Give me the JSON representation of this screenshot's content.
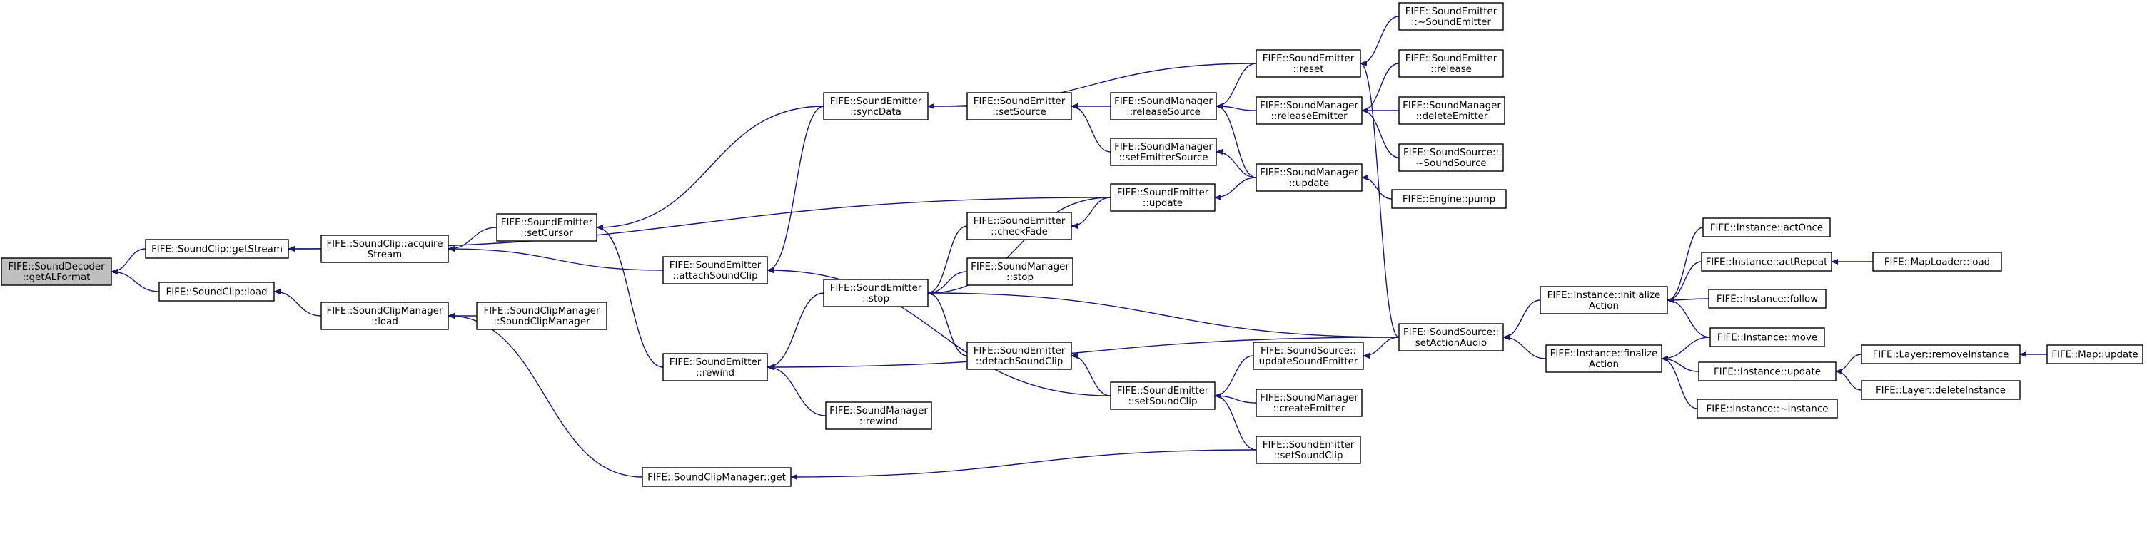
{
  "graph": {
    "edge_color": "#191970",
    "root_fill": "#bfbfbf",
    "nodes": [
      {
        "id": "decoder_getALFormat",
        "lines": [
          "FIFE::SoundDecoder",
          "::getALFormat"
        ],
        "root": true
      },
      {
        "id": "clip_getStream",
        "lines": [
          "FIFE::SoundClip::getStream"
        ]
      },
      {
        "id": "clip_load",
        "lines": [
          "FIFE::SoundClip::load"
        ]
      },
      {
        "id": "clip_acquireStream",
        "lines": [
          "FIFE::SoundClip::acquire",
          "Stream"
        ]
      },
      {
        "id": "clipmgr_load",
        "lines": [
          "FIFE::SoundClipManager",
          "::load"
        ]
      },
      {
        "id": "emitter_setCursor",
        "lines": [
          "FIFE::SoundEmitter",
          "::setCursor"
        ]
      },
      {
        "id": "clipmgr_ctor",
        "lines": [
          "FIFE::SoundClipManager",
          "::SoundClipManager"
        ]
      },
      {
        "id": "emitter_attachSoundClip",
        "lines": [
          "FIFE::SoundEmitter",
          "::attachSoundClip"
        ]
      },
      {
        "id": "emitter_rewind",
        "lines": [
          "FIFE::SoundEmitter",
          "::rewind"
        ]
      },
      {
        "id": "clipmgr_get",
        "lines": [
          "FIFE::SoundClipManager::get"
        ]
      },
      {
        "id": "emitter_syncData",
        "lines": [
          "FIFE::SoundEmitter",
          "::syncData"
        ]
      },
      {
        "id": "emitter_stop",
        "lines": [
          "FIFE::SoundEmitter",
          "::stop"
        ]
      },
      {
        "id": "mgr_rewind",
        "lines": [
          "FIFE::SoundManager",
          "::rewind"
        ]
      },
      {
        "id": "emitter_setSource",
        "lines": [
          "FIFE::SoundEmitter",
          "::setSource"
        ]
      },
      {
        "id": "emitter_checkFade",
        "lines": [
          "FIFE::SoundEmitter",
          "::checkFade"
        ]
      },
      {
        "id": "mgr_stop",
        "lines": [
          "FIFE::SoundManager",
          "::stop"
        ]
      },
      {
        "id": "emitter_detachSoundClip",
        "lines": [
          "FIFE::SoundEmitter",
          "::detachSoundClip"
        ]
      },
      {
        "id": "mgr_releaseSource",
        "lines": [
          "FIFE::SoundManager",
          "::releaseSource"
        ]
      },
      {
        "id": "mgr_setEmitterSource",
        "lines": [
          "FIFE::SoundManager",
          "::setEmitterSource"
        ]
      },
      {
        "id": "emitter_update",
        "lines": [
          "FIFE::SoundEmitter",
          "::update"
        ]
      },
      {
        "id": "emitter_setSoundClip",
        "lines": [
          "FIFE::SoundEmitter",
          "::setSoundClip"
        ]
      },
      {
        "id": "emitter_reset",
        "lines": [
          "FIFE::SoundEmitter",
          "::reset"
        ]
      },
      {
        "id": "mgr_releaseEmitter",
        "lines": [
          "FIFE::SoundManager",
          "::releaseEmitter"
        ]
      },
      {
        "id": "mgr_update",
        "lines": [
          "FIFE::SoundManager",
          "::update"
        ]
      },
      {
        "id": "source_updateSoundEmitter",
        "lines": [
          "FIFE::SoundSource::",
          "updateSoundEmitter"
        ]
      },
      {
        "id": "mgr_createEmitter",
        "lines": [
          "FIFE::SoundManager",
          "::createEmitter"
        ]
      },
      {
        "id": "emitter_setSoundClip2",
        "lines": [
          "FIFE::SoundEmitter",
          "::setSoundClip"
        ]
      },
      {
        "id": "emitter_dtor",
        "lines": [
          "FIFE::SoundEmitter",
          "::~SoundEmitter"
        ]
      },
      {
        "id": "emitter_release",
        "lines": [
          "FIFE::SoundEmitter",
          "::release"
        ]
      },
      {
        "id": "mgr_deleteEmitter",
        "lines": [
          "FIFE::SoundManager",
          "::deleteEmitter"
        ]
      },
      {
        "id": "source_dtor",
        "lines": [
          "FIFE::SoundSource::",
          "~SoundSource"
        ]
      },
      {
        "id": "engine_pump",
        "lines": [
          "FIFE::Engine::pump"
        ]
      },
      {
        "id": "source_setActionAudio",
        "lines": [
          "FIFE::SoundSource::",
          "setActionAudio"
        ]
      },
      {
        "id": "inst_initializeAction",
        "lines": [
          "FIFE::Instance::initialize",
          "Action"
        ]
      },
      {
        "id": "inst_finalizeAction",
        "lines": [
          "FIFE::Instance::finalize",
          "Action"
        ]
      },
      {
        "id": "inst_actOnce",
        "lines": [
          "FIFE::Instance::actOnce"
        ]
      },
      {
        "id": "inst_actRepeat",
        "lines": [
          "FIFE::Instance::actRepeat"
        ]
      },
      {
        "id": "inst_follow",
        "lines": [
          "FIFE::Instance::follow"
        ]
      },
      {
        "id": "inst_move",
        "lines": [
          "FIFE::Instance::move"
        ]
      },
      {
        "id": "inst_update",
        "lines": [
          "FIFE::Instance::update"
        ]
      },
      {
        "id": "inst_dtor",
        "lines": [
          "FIFE::Instance::~Instance"
        ]
      },
      {
        "id": "maploader_load",
        "lines": [
          "FIFE::MapLoader::load"
        ]
      },
      {
        "id": "layer_removeInstance",
        "lines": [
          "FIFE::Layer::removeInstance"
        ]
      },
      {
        "id": "layer_deleteInstance",
        "lines": [
          "FIFE::Layer::deleteInstance"
        ]
      },
      {
        "id": "map_update",
        "lines": [
          "FIFE::Map::update"
        ]
      }
    ],
    "edges": [
      {
        "from": "clip_getStream",
        "to": "decoder_getALFormat"
      },
      {
        "from": "clip_load",
        "to": "decoder_getALFormat"
      },
      {
        "from": "clip_acquireStream",
        "to": "clip_getStream"
      },
      {
        "from": "emitter_update",
        "to": "clip_getStream"
      },
      {
        "from": "clipmgr_load",
        "to": "clip_load"
      },
      {
        "from": "emitter_setCursor",
        "to": "clip_acquireStream"
      },
      {
        "from": "emitter_attachSoundClip",
        "to": "clip_acquireStream"
      },
      {
        "from": "clipmgr_ctor",
        "to": "clipmgr_load"
      },
      {
        "from": "clipmgr_get",
        "to": "clipmgr_load"
      },
      {
        "from": "emitter_syncData",
        "to": "emitter_setCursor"
      },
      {
        "from": "emitter_rewind",
        "to": "emitter_setCursor"
      },
      {
        "from": "emitter_syncData",
        "to": "emitter_attachSoundClip"
      },
      {
        "from": "emitter_setSoundClip",
        "to": "emitter_attachSoundClip"
      },
      {
        "from": "emitter_stop",
        "to": "emitter_rewind"
      },
      {
        "from": "mgr_rewind",
        "to": "emitter_rewind"
      },
      {
        "from": "source_setActionAudio",
        "to": "emitter_rewind"
      },
      {
        "from": "emitter_setSoundClip2",
        "to": "clipmgr_get"
      },
      {
        "from": "emitter_setSource",
        "to": "emitter_syncData"
      },
      {
        "from": "emitter_reset",
        "to": "emitter_syncData"
      },
      {
        "from": "emitter_update",
        "to": "emitter_stop"
      },
      {
        "from": "emitter_checkFade",
        "to": "emitter_stop"
      },
      {
        "from": "mgr_stop",
        "to": "emitter_stop"
      },
      {
        "from": "emitter_detachSoundClip",
        "to": "emitter_stop"
      },
      {
        "from": "source_setActionAudio",
        "to": "emitter_stop"
      },
      {
        "from": "mgr_releaseSource",
        "to": "emitter_setSource"
      },
      {
        "from": "mgr_setEmitterSource",
        "to": "emitter_setSource"
      },
      {
        "from": "emitter_update",
        "to": "emitter_checkFade"
      },
      {
        "from": "emitter_setSoundClip",
        "to": "emitter_detachSoundClip"
      },
      {
        "from": "emitter_reset",
        "to": "mgr_releaseSource"
      },
      {
        "from": "mgr_releaseEmitter",
        "to": "mgr_releaseSource"
      },
      {
        "from": "mgr_update",
        "to": "mgr_releaseSource"
      },
      {
        "from": "mgr_update",
        "to": "mgr_setEmitterSource"
      },
      {
        "from": "mgr_update",
        "to": "emitter_update"
      },
      {
        "from": "source_updateSoundEmitter",
        "to": "emitter_setSoundClip"
      },
      {
        "from": "mgr_createEmitter",
        "to": "emitter_setSoundClip"
      },
      {
        "from": "emitter_setSoundClip2",
        "to": "emitter_setSoundClip"
      },
      {
        "from": "emitter_dtor",
        "to": "emitter_reset"
      },
      {
        "from": "source_setActionAudio",
        "to": "emitter_reset"
      },
      {
        "from": "emitter_release",
        "to": "mgr_releaseEmitter"
      },
      {
        "from": "mgr_deleteEmitter",
        "to": "mgr_releaseEmitter"
      },
      {
        "from": "source_dtor",
        "to": "mgr_releaseEmitter"
      },
      {
        "from": "engine_pump",
        "to": "mgr_update"
      },
      {
        "from": "source_setActionAudio",
        "to": "source_updateSoundEmitter"
      },
      {
        "from": "inst_initializeAction",
        "to": "source_setActionAudio"
      },
      {
        "from": "inst_finalizeAction",
        "to": "source_setActionAudio"
      },
      {
        "from": "inst_actOnce",
        "to": "inst_initializeAction"
      },
      {
        "from": "inst_actRepeat",
        "to": "inst_initializeAction"
      },
      {
        "from": "inst_follow",
        "to": "inst_initializeAction"
      },
      {
        "from": "inst_move",
        "to": "inst_initializeAction"
      },
      {
        "from": "inst_move",
        "to": "inst_finalizeAction"
      },
      {
        "from": "inst_update",
        "to": "inst_finalizeAction"
      },
      {
        "from": "inst_dtor",
        "to": "inst_finalizeAction"
      },
      {
        "from": "maploader_load",
        "to": "inst_actRepeat"
      },
      {
        "from": "layer_removeInstance",
        "to": "inst_update"
      },
      {
        "from": "layer_deleteInstance",
        "to": "inst_update"
      },
      {
        "from": "map_update",
        "to": "layer_removeInstance"
      }
    ]
  }
}
